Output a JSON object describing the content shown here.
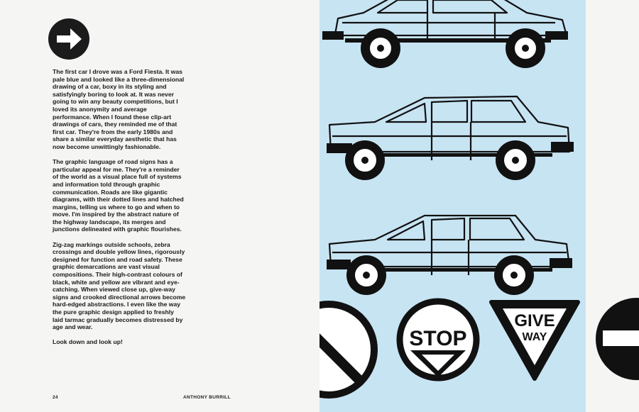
{
  "page_number": "24",
  "author": "ANTHONY BURRILL",
  "paragraphs": [
    "The first car I drove was a Ford Fiesta. It was pale blue and looked like a three-dimensional drawing of a car, boxy in its styling and satisfyingly boring to look at. It was never going to win any beauty competitions, but I loved its anonymity and average performance. When I found these clip-art drawings of cars, they reminded me of that first car. They're from the early 1980s and share a similar everyday aesthetic that has now become unwittingly fashionable.",
    "The graphic language of road signs has a particular appeal for me. They're a reminder of the world as a visual place full of systems and information told through graphic communication. Roads are like gigantic diagrams, with their dotted lines and hatched margins, telling us where to go and when to move. I'm inspired by the abstract nature of the highway landscape, its merges and junctions delineated with graphic flourishes.",
    "Zig-zag markings outside schools, zebra crossings and double yellow lines, rigorously designed for function and road safety. These graphic demarcations are vast visual compositions. Their high-contrast colours of black, white and yellow are vibrant and eye-catching. When viewed close up, give-way signs and crooked directional arrows become hard-edged abstractions. I even like the way the pure graphic design applied to freshly laid tarmac gradually becomes distressed by age and wear.",
    "Look down and look up!"
  ],
  "signs": {
    "stop": "STOP",
    "give": "GIVE",
    "way": "WAY"
  },
  "icons": {
    "arrow": "right-arrow-icon"
  },
  "colors": {
    "sky_blue": "#c7e4f3",
    "ink": "#111111",
    "paper": "#f5f5f3"
  }
}
